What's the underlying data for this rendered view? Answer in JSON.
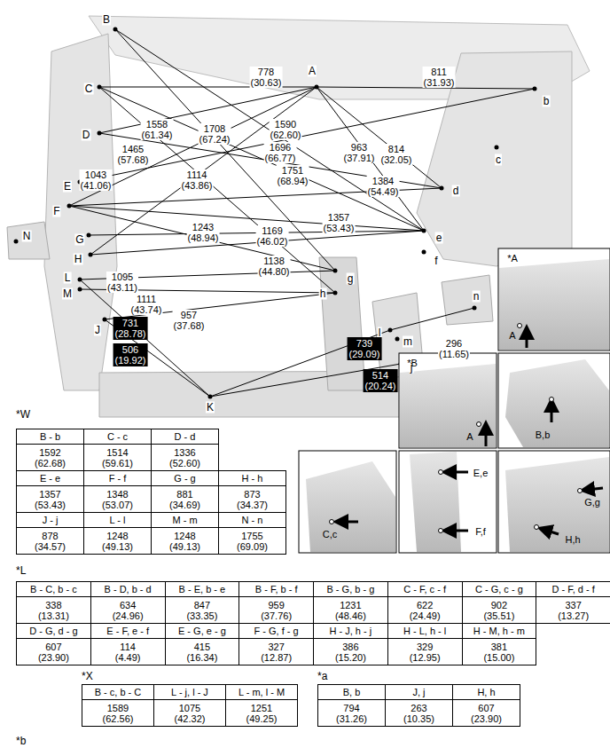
{
  "diagram": {
    "labels": [
      "A",
      "B",
      "C",
      "D",
      "E",
      "F",
      "N",
      "G",
      "H",
      "L",
      "M",
      "J",
      "K",
      "b",
      "c",
      "d",
      "e",
      "f",
      "g",
      "h",
      "l",
      "m",
      "j",
      "n",
      "778 (30.63)",
      "811 (31.93)",
      "1558 (61.34)",
      "1708 (67.24)",
      "1590 (62.60)",
      "1696 (66.77)",
      "963 (37.91)",
      "814 (32.05)",
      "1465 (57.68)",
      "1751 (68.94)",
      "1384 (54.49)",
      "1114 (43.86)",
      "1043 (41.06)",
      "1357 (53.43)",
      "1243 (48.94)",
      "1169 (46.02)",
      "1138 (44.80)",
      "1095 (43.11)",
      "1111 (43.74)",
      "957 (37.68)",
      "731 (28.78)",
      "506 (19.92)",
      "739 (29.09)",
      "514 (20.24)",
      "296 (11.65)",
      "*A",
      "A",
      "*B",
      "A",
      "B,b",
      "C,c",
      "E,e",
      "F,f",
      "G,g",
      "H,h",
      "*W",
      "B - b",
      "C - c",
      "D - d",
      "1592 (62.68)",
      "1514 (59.61)",
      "1336 (52.60)",
      "E - e",
      "F - f",
      "G - g",
      "H - h",
      "1357 (53.43)",
      "1348 (53.07)",
      "881 (34.69)",
      "873 (34.37)",
      "J - j",
      "L - l",
      "M - m",
      "N - n",
      "878 (34.57)",
      "1248 (49.13)",
      "1248 (49.13)",
      "1755 (69.09)",
      "*L",
      "B - C, b - c",
      "B - D, b - d",
      "B - E, b - e",
      "B - F, b - f",
      "B - G, b - g",
      "C - F, c - f",
      "C - G, c - g",
      "D - F, d - f",
      "338 (13.31)",
      "634 (24.96)",
      "847 (33.35)",
      "959 (37.76)",
      "1231 (48.46)",
      "622 (24.49)",
      "902 (35.51)",
      "337 (13.27)",
      "D - G, d - g",
      "E - F, e - f",
      "E - G, e - g",
      "F - G, f - g",
      "H - J, h - j",
      "H - L, h - l",
      "H - M, h - m",
      "607 (23.90)",
      "114 (4.49)",
      "415 (16.34)",
      "327 (12.87)",
      "386 (15.20)",
      "329 (12.95)",
      "381 (15.00)",
      "*X",
      "B - c, b - C",
      "L - j, l - J",
      "L - m, l - M",
      "1589 (62.56)",
      "1075 (42.32)",
      "1251 (49.25)",
      "*a",
      "B, b",
      "J, j",
      "H, h",
      "794 (31.26)",
      "263 (10.35)",
      "607 (23.90)",
      "*b"
    ]
  }
}
